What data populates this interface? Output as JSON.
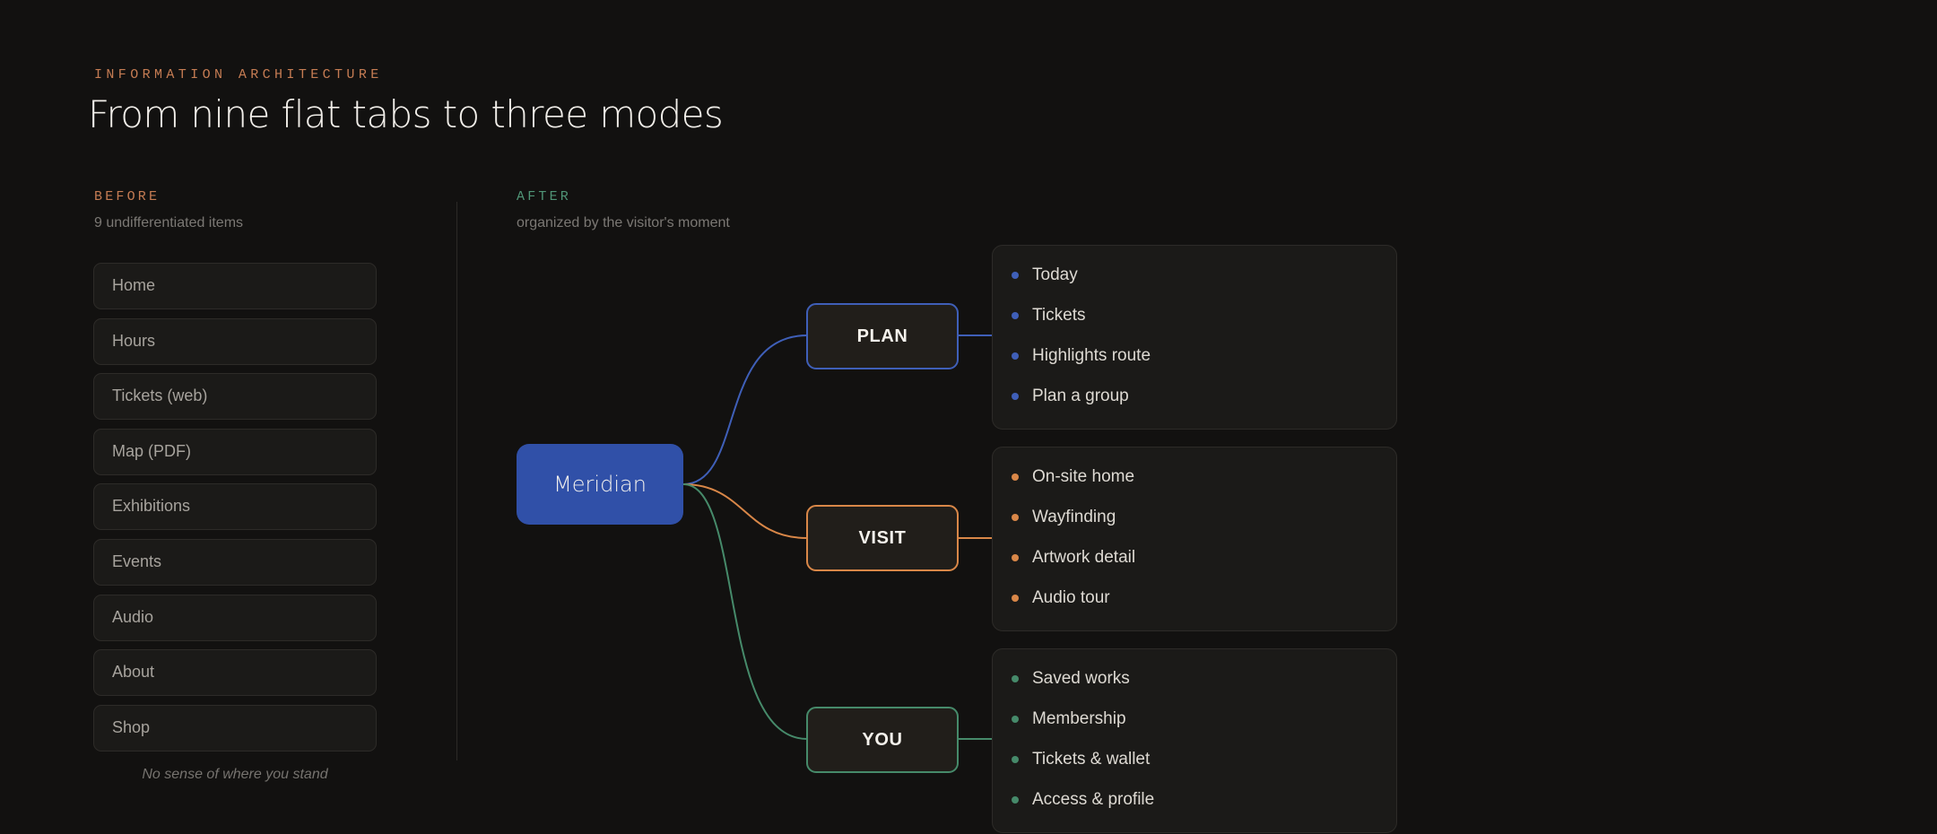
{
  "eyebrow": "INFORMATION ARCHITECTURE",
  "title": "From nine flat tabs to three modes",
  "before": {
    "label": "BEFORE",
    "subtitle": "9 undifferentiated items",
    "items": [
      "Home",
      "Hours",
      "Tickets (web)",
      "Map (PDF)",
      "Exhibitions",
      "Events",
      "Audio",
      "About",
      "Shop"
    ],
    "caption": "No sense of where you stand"
  },
  "after": {
    "label": "AFTER",
    "subtitle": "organized by the visitor's moment",
    "root": "Meridian",
    "modes": [
      {
        "label": "PLAN",
        "color": "#3f5fb8",
        "icon": "bullet-dot",
        "items": [
          "Today",
          "Tickets",
          "Highlights route",
          "Plan a group"
        ]
      },
      {
        "label": "VISIT",
        "color": "#d98748",
        "icon": "bullet-dot",
        "items": [
          "On-site home",
          "Wayfinding",
          "Artwork detail",
          "Audio tour"
        ]
      },
      {
        "label": "YOU",
        "color": "#468a6a",
        "icon": "bullet-dot",
        "items": [
          "Saved works",
          "Membership",
          "Tickets & wallet",
          "Access & profile"
        ]
      }
    ]
  }
}
